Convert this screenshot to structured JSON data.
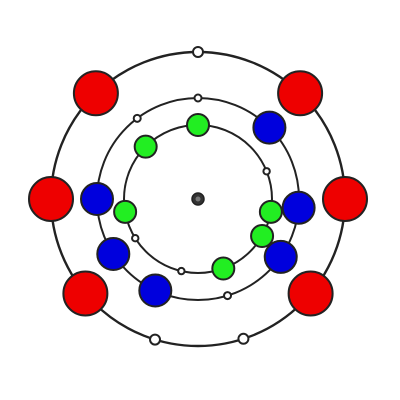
{
  "diagram": {
    "background": "#ffffff",
    "line_color": "#222222",
    "colors": {
      "red": "#ee0000",
      "blue": "#0000dd",
      "green": "#22ee22",
      "small_marker": "#ffffff",
      "center_dot": "#333333"
    },
    "rings": [
      {
        "name": "outer-ring",
        "balls": [
          {
            "color": "red",
            "angle_deg": -134
          },
          {
            "color": "red",
            "angle_deg": -46
          },
          {
            "color": "red",
            "angle_deg": 180
          },
          {
            "color": "red",
            "angle_deg": 0
          },
          {
            "color": "red",
            "angle_deg": 140
          },
          {
            "color": "red",
            "angle_deg": 40
          }
        ],
        "markers": [
          {
            "angle_deg": -90
          },
          {
            "angle_deg": 107
          },
          {
            "angle_deg": 72
          }
        ]
      },
      {
        "name": "middle-ring",
        "balls": [
          {
            "color": "blue",
            "angle_deg": -45
          },
          {
            "color": "blue",
            "angle_deg": 180
          },
          {
            "color": "blue",
            "angle_deg": 5
          },
          {
            "color": "blue",
            "angle_deg": 147
          },
          {
            "color": "blue",
            "angle_deg": 35
          },
          {
            "color": "blue",
            "angle_deg": 115
          }
        ],
        "markers": [
          {
            "angle_deg": -90
          },
          {
            "angle_deg": -127
          },
          {
            "angle_deg": 73
          }
        ]
      },
      {
        "name": "inner-ring",
        "balls": [
          {
            "color": "green",
            "angle_deg": -90
          },
          {
            "color": "green",
            "angle_deg": -135
          },
          {
            "color": "green",
            "angle_deg": 170
          },
          {
            "color": "green",
            "angle_deg": 10
          },
          {
            "color": "green",
            "angle_deg": 30
          },
          {
            "color": "green",
            "angle_deg": 70
          }
        ],
        "markers": [
          {
            "angle_deg": -22
          },
          {
            "angle_deg": 148
          },
          {
            "angle_deg": 103
          }
        ]
      }
    ]
  }
}
